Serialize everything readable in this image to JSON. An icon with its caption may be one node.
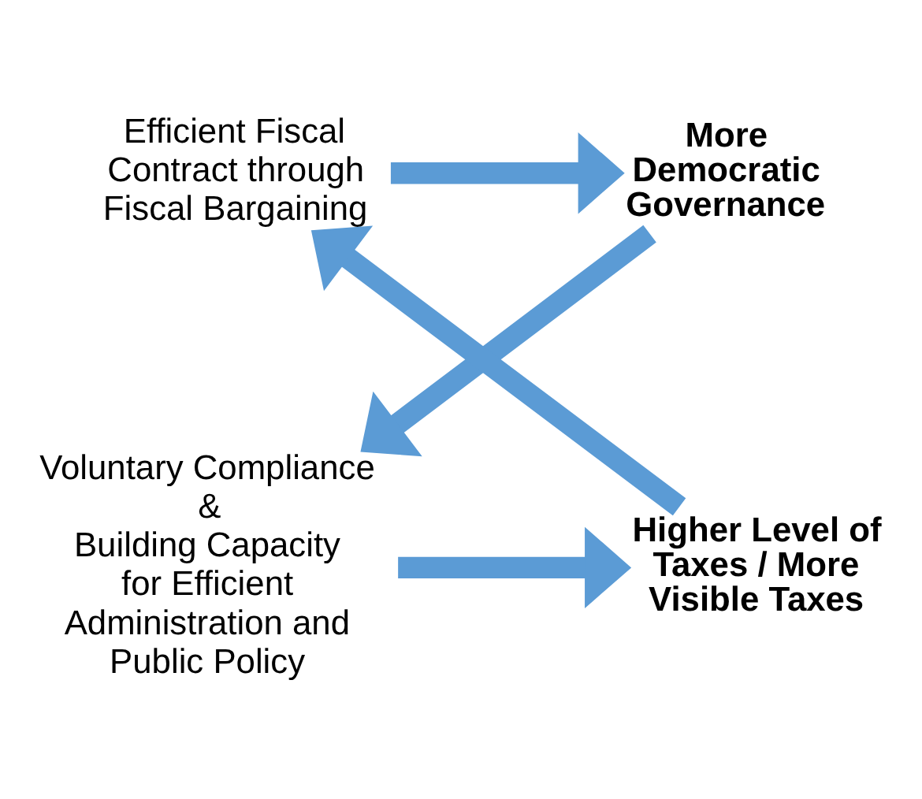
{
  "diagram": {
    "nodes": [
      {
        "text": [
          "Efficient Fiscal Contract through Fiscal Bargaining"
        ]
      },
      {
        "text": [
          "More Democratic Governance"
        ]
      },
      {
        "text": [
          "Voluntary Compliance",
          "&",
          "Building Capacity for Efficient Administration and Public Policy"
        ]
      },
      {
        "text": [
          "Higher Level of Taxes / More Visible Taxes"
        ]
      }
    ],
    "edges": [
      {
        "from": 0,
        "to": 1,
        "arrow": "to"
      },
      {
        "from": 1,
        "to": 2,
        "arrow": "to"
      },
      {
        "from": 2,
        "to": 3,
        "arrow": "to"
      },
      {
        "from": 3,
        "to": 0,
        "arrow": "to"
      }
    ]
  }
}
